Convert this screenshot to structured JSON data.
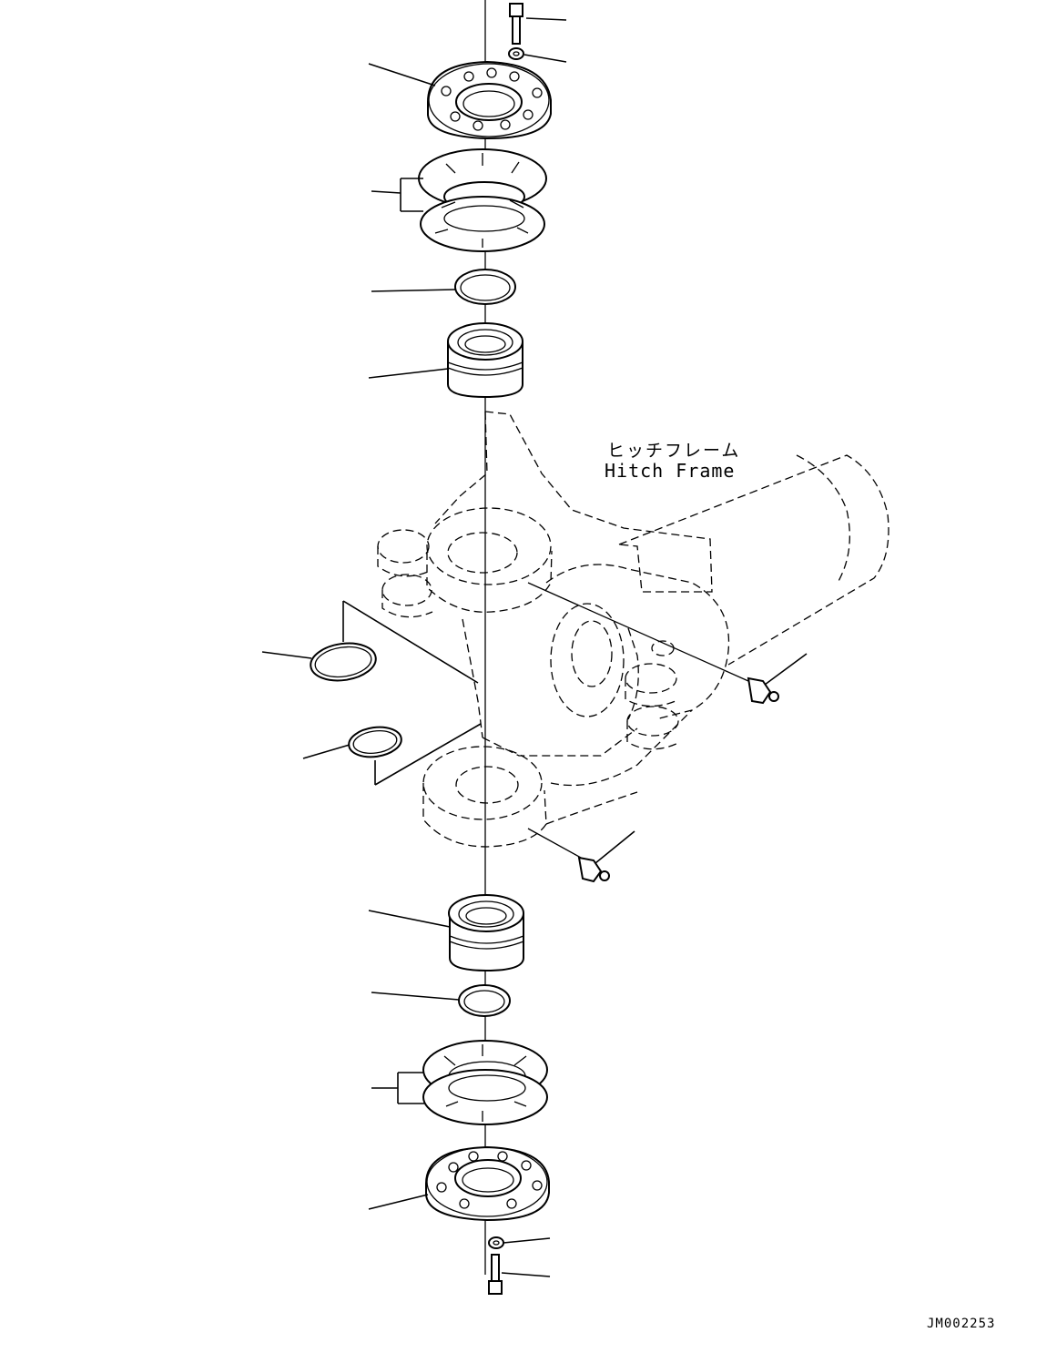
{
  "figure": {
    "frame_label_jp": "ヒッチフレーム",
    "frame_label_en": "Hitch Frame",
    "figure_code": "JM002253"
  }
}
